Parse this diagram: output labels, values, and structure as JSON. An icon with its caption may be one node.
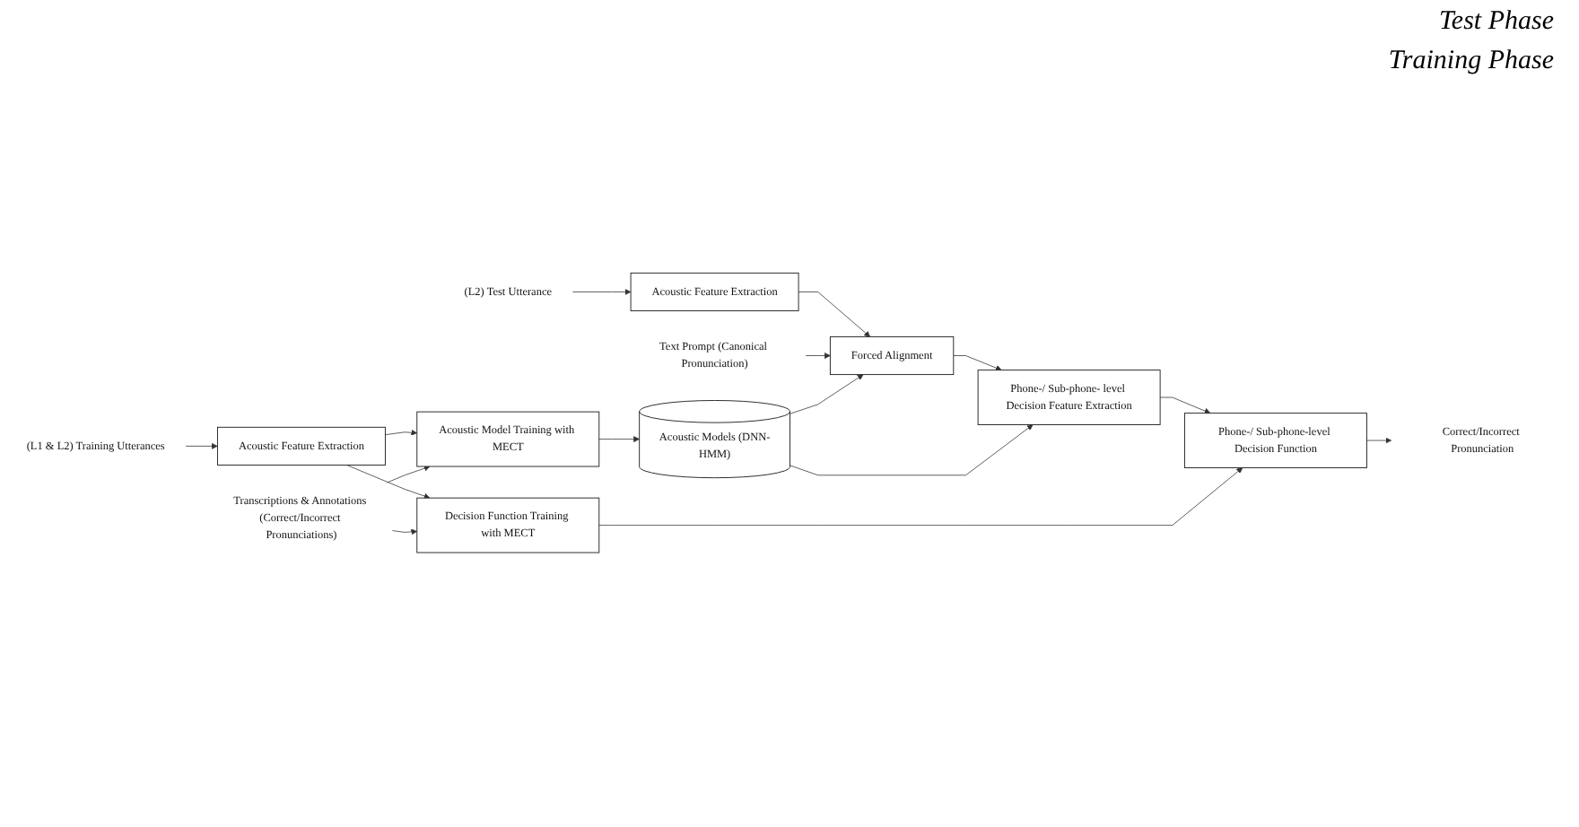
{
  "diagram": {
    "nodes": [
      {
        "text": [
          "(L2) Test Utterance"
        ]
      },
      {
        "text": [
          "Acoustic Feature Extraction"
        ]
      },
      {
        "text": [
          "Text Prompt (Canonical Pronunciation)"
        ]
      },
      {
        "text": [
          "Forced Alignment"
        ]
      },
      {
        "text": [
          "Phone-/ Sub-phone- level Decision Feature Extraction"
        ]
      },
      {
        "text": [
          "Phone-/ Sub-phone-level Decision Function"
        ]
      },
      {
        "text": [
          "Correct/Incorrect Pronunciation"
        ]
      },
      {
        "text": [
          "(L1 & L2) Training Utterances"
        ]
      },
      {
        "text": [
          "Acoustic Feature Extraction"
        ]
      },
      {
        "text": [
          "Transcriptions & Annotations (Correct/Incorrect Pronunciations)"
        ]
      },
      {
        "text": [
          "Acoustic Model Training with MECT"
        ]
      },
      {
        "text": [
          "Acoustic Models (DNN-HMM)"
        ]
      },
      {
        "text": [
          "Decision Function Training with MECT"
        ]
      }
    ],
    "edges": [
      {
        "from": 0,
        "to": 1,
        "arrow": "to"
      },
      {
        "from": 1,
        "to": 3,
        "arrow": "to"
      },
      {
        "from": 2,
        "to": 3,
        "arrow": "to"
      },
      {
        "from": 3,
        "to": 4,
        "arrow": "to"
      },
      {
        "from": 4,
        "to": 5,
        "arrow": "to"
      },
      {
        "from": 5,
        "to": 6,
        "arrow": "to"
      },
      {
        "from": 11,
        "to": 3,
        "arrow": "to"
      },
      {
        "from": 11,
        "to": 4,
        "arrow": "to"
      },
      {
        "from": 7,
        "to": 8,
        "arrow": "to"
      },
      {
        "from": 8,
        "to": 10,
        "arrow": "to"
      },
      {
        "from": 9,
        "to": 10,
        "arrow": "to"
      },
      {
        "from": 10,
        "to": 11,
        "arrow": "to"
      },
      {
        "from": 8,
        "to": 12,
        "arrow": "to"
      },
      {
        "from": 9,
        "to": 12,
        "arrow": "to"
      },
      {
        "from": 12,
        "to": 5,
        "arrow": "to"
      }
    ],
    "labels": [
      "Test Phase",
      "Training Phase"
    ]
  }
}
